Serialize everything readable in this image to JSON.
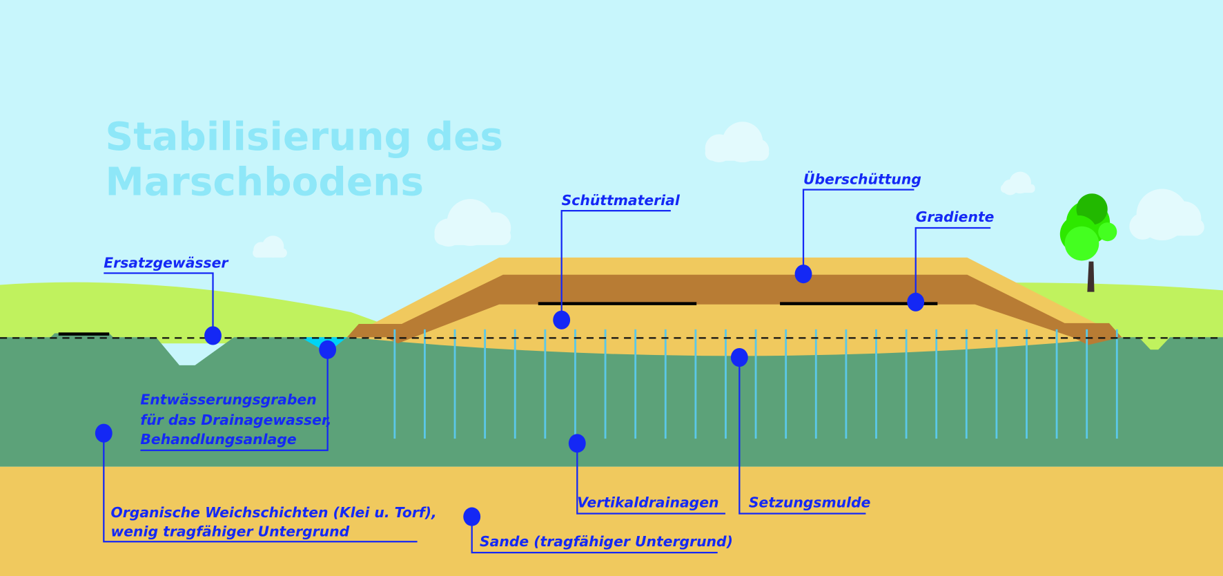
{
  "title": {
    "line1": "Stabilisierung des",
    "line2": "Marschbodens"
  },
  "labels": {
    "ersatzgewaesser": "Ersatzgewässer",
    "entwaesserung": [
      "Entwässerungsgraben",
      "für das Drainagewasser,",
      "Behandlungsanlage"
    ],
    "organisch": [
      "Organische Weichschichten (Klei u. Torf),",
      "wenig tragfähiger Untergrund"
    ],
    "schuettmaterial": "Schüttmaterial",
    "ueberschuettung": "Überschüttung",
    "gradiente": "Gradiente",
    "vertikaldrainagen": "Vertikaldrainagen",
    "setzungsmulde": "Setzungsmulde",
    "sande": "Sande (tragfähiger Untergrund)"
  },
  "colors": {
    "sky": "#c8f6fc",
    "title": "#8ee7f8",
    "label": "#1428f5",
    "grass": "#c0f25e",
    "soil": "#5ca279",
    "sand": "#f0c95e",
    "fill_brown": "#b87c34",
    "drain": "#5bc8e8",
    "water": "#00d4f4",
    "cloud": "#e3fafd"
  },
  "drain_count": 25
}
